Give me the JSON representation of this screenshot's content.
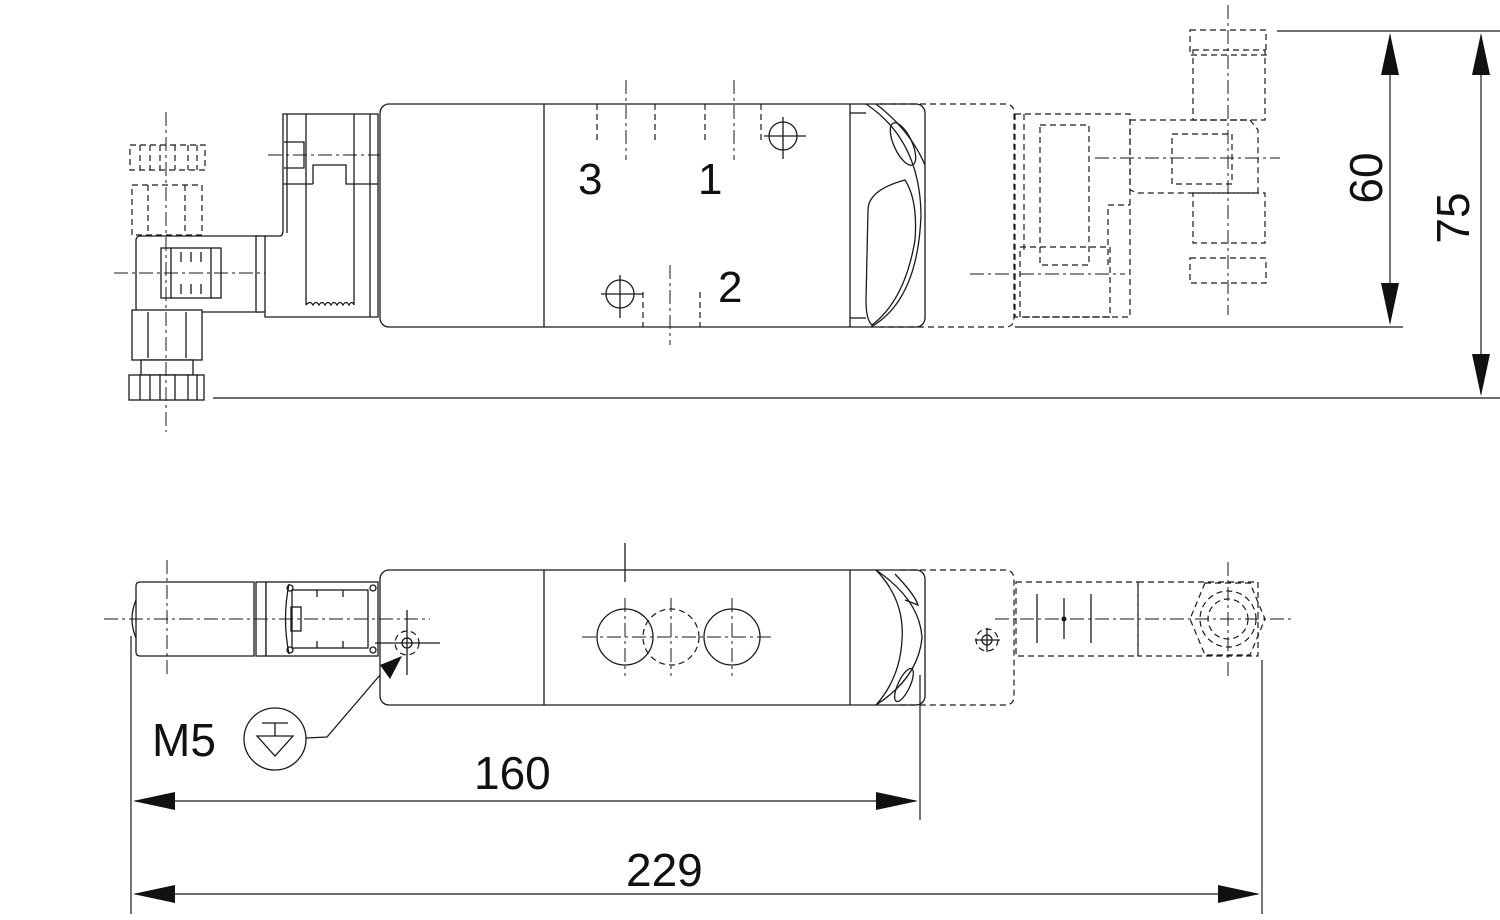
{
  "drawing": {
    "title": "Solenoid valve dimensional drawing",
    "views": [
      "side-view",
      "top-view"
    ],
    "port_labels": [
      {
        "id": "port-3",
        "text": "3"
      },
      {
        "id": "port-1",
        "text": "1"
      },
      {
        "id": "port-2",
        "text": "2"
      }
    ],
    "dimensions": {
      "height_inner": "60",
      "height_outer": "75",
      "length_body": "160",
      "length_overall": "229"
    },
    "annotation": {
      "thread": "M5",
      "symbol": "ground-earth-symbol"
    },
    "colors": {
      "line": "#1a1a1a",
      "background": "#ffffff"
    }
  }
}
